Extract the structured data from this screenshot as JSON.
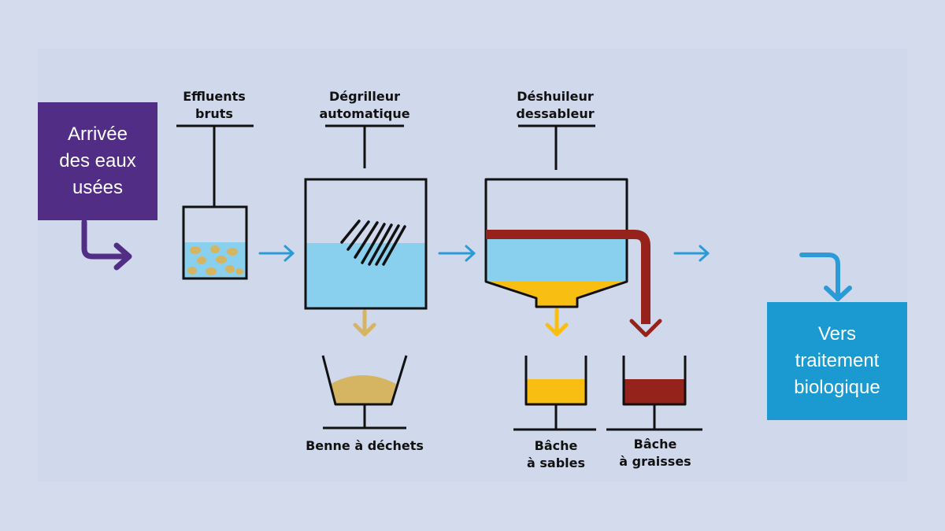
{
  "colors": {
    "background": "#d4dbec",
    "arrival_box": "#522d86",
    "output_box": "#1a9ad0",
    "water": "#89cfee",
    "sand": "#f9be12",
    "grease": "#95231b",
    "debris": "#d6b562",
    "flow_arrow": "#2a9bd6"
  },
  "inlet": {
    "text": "Arrivée\ndes eaux\nusées"
  },
  "outlet": {
    "text": "Vers\ntraitement\nbiologique"
  },
  "stages": {
    "effluents": "Effluents\nbruts",
    "degrilleur": "Dégrilleur\nautomatique",
    "deshuileur": "Déshuileur\ndessableur"
  },
  "outputs": {
    "benne": "Benne à déchets",
    "bache_sables": "Bâche\nà sables",
    "bache_graisses": "Bâche\nà graisses"
  }
}
